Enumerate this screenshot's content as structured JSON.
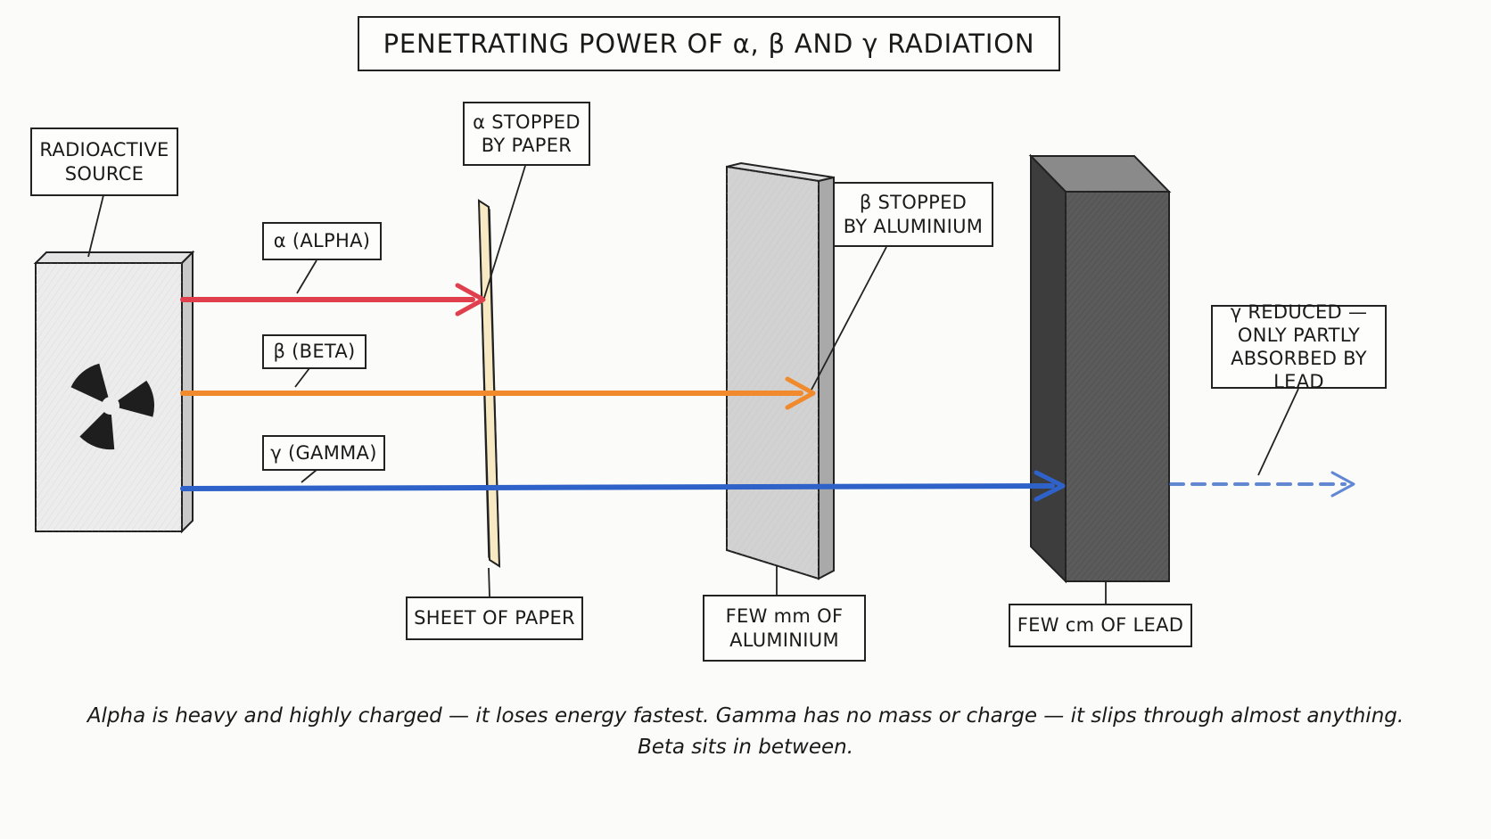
{
  "title": "PENETRATING POWER OF α, β AND γ RADIATION",
  "source_label": [
    "RADIOACTIVE",
    "SOURCE"
  ],
  "rays": {
    "alpha": {
      "label": "α (ALPHA)",
      "color": "#e0404e"
    },
    "beta": {
      "label": "β (BETA)",
      "color": "#f08a2c"
    },
    "gamma": {
      "label": "γ (GAMMA)",
      "color": "#2f62c8"
    }
  },
  "annotations": {
    "alpha_stopped": [
      "α STOPPED",
      "BY PAPER"
    ],
    "beta_stopped": [
      "β STOPPED",
      "BY ALUMINIUM"
    ],
    "gamma_reduced": [
      "γ REDUCED —",
      "ONLY PARTLY",
      "ABSORBED BY LEAD"
    ]
  },
  "barriers": {
    "paper": {
      "label": [
        "SHEET OF PAPER"
      ],
      "color": "#f6e9c4"
    },
    "aluminium": {
      "label": [
        "FEW mm OF",
        "ALUMINIUM"
      ],
      "color": "#d2d2d2"
    },
    "lead": {
      "label": [
        "FEW cm OF LEAD"
      ],
      "color": "#5b5b5b"
    }
  },
  "caption": [
    "Alpha is heavy and highly charged — it loses energy fastest. Gamma has no mass or charge — it slips through almost anything.",
    "Beta sits in between."
  ],
  "radiation_symbol": "radiation-trefoil-icon"
}
